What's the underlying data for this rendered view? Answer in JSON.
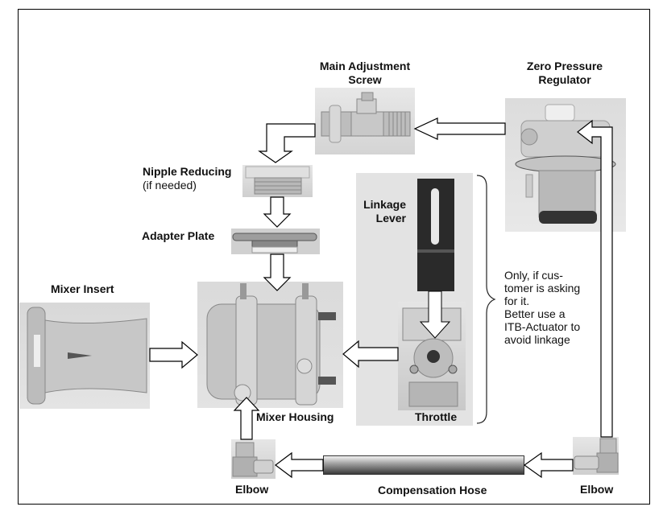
{
  "diagram": {
    "components": {
      "main_adjustment_screw": {
        "label_line1": "Main Adjustment",
        "label_line2": "Screw"
      },
      "zero_pressure_regulator": {
        "label_line1": "Zero Pressure",
        "label_line2": "Regulator"
      },
      "nipple_reducing": {
        "label": "Nipple Reducing",
        "sublabel": "(if needed)"
      },
      "adapter_plate": {
        "label": "Adapter Plate"
      },
      "linkage_lever": {
        "label_line1": "Linkage",
        "label_line2": "Lever"
      },
      "mixer_insert": {
        "label": "Mixer Insert"
      },
      "mixer_housing": {
        "label": "Mixer Housing"
      },
      "throttle": {
        "label": "Throttle"
      },
      "elbow_left": {
        "label": "Elbow"
      },
      "elbow_right": {
        "label": "Elbow"
      },
      "compensation_hose": {
        "label": "Compensation Hose"
      }
    },
    "note": {
      "text": "Only, if cus-\ntomer is asking\nfor it.\nBetter use a\nITB-Actuator to\navoid linkage"
    }
  }
}
